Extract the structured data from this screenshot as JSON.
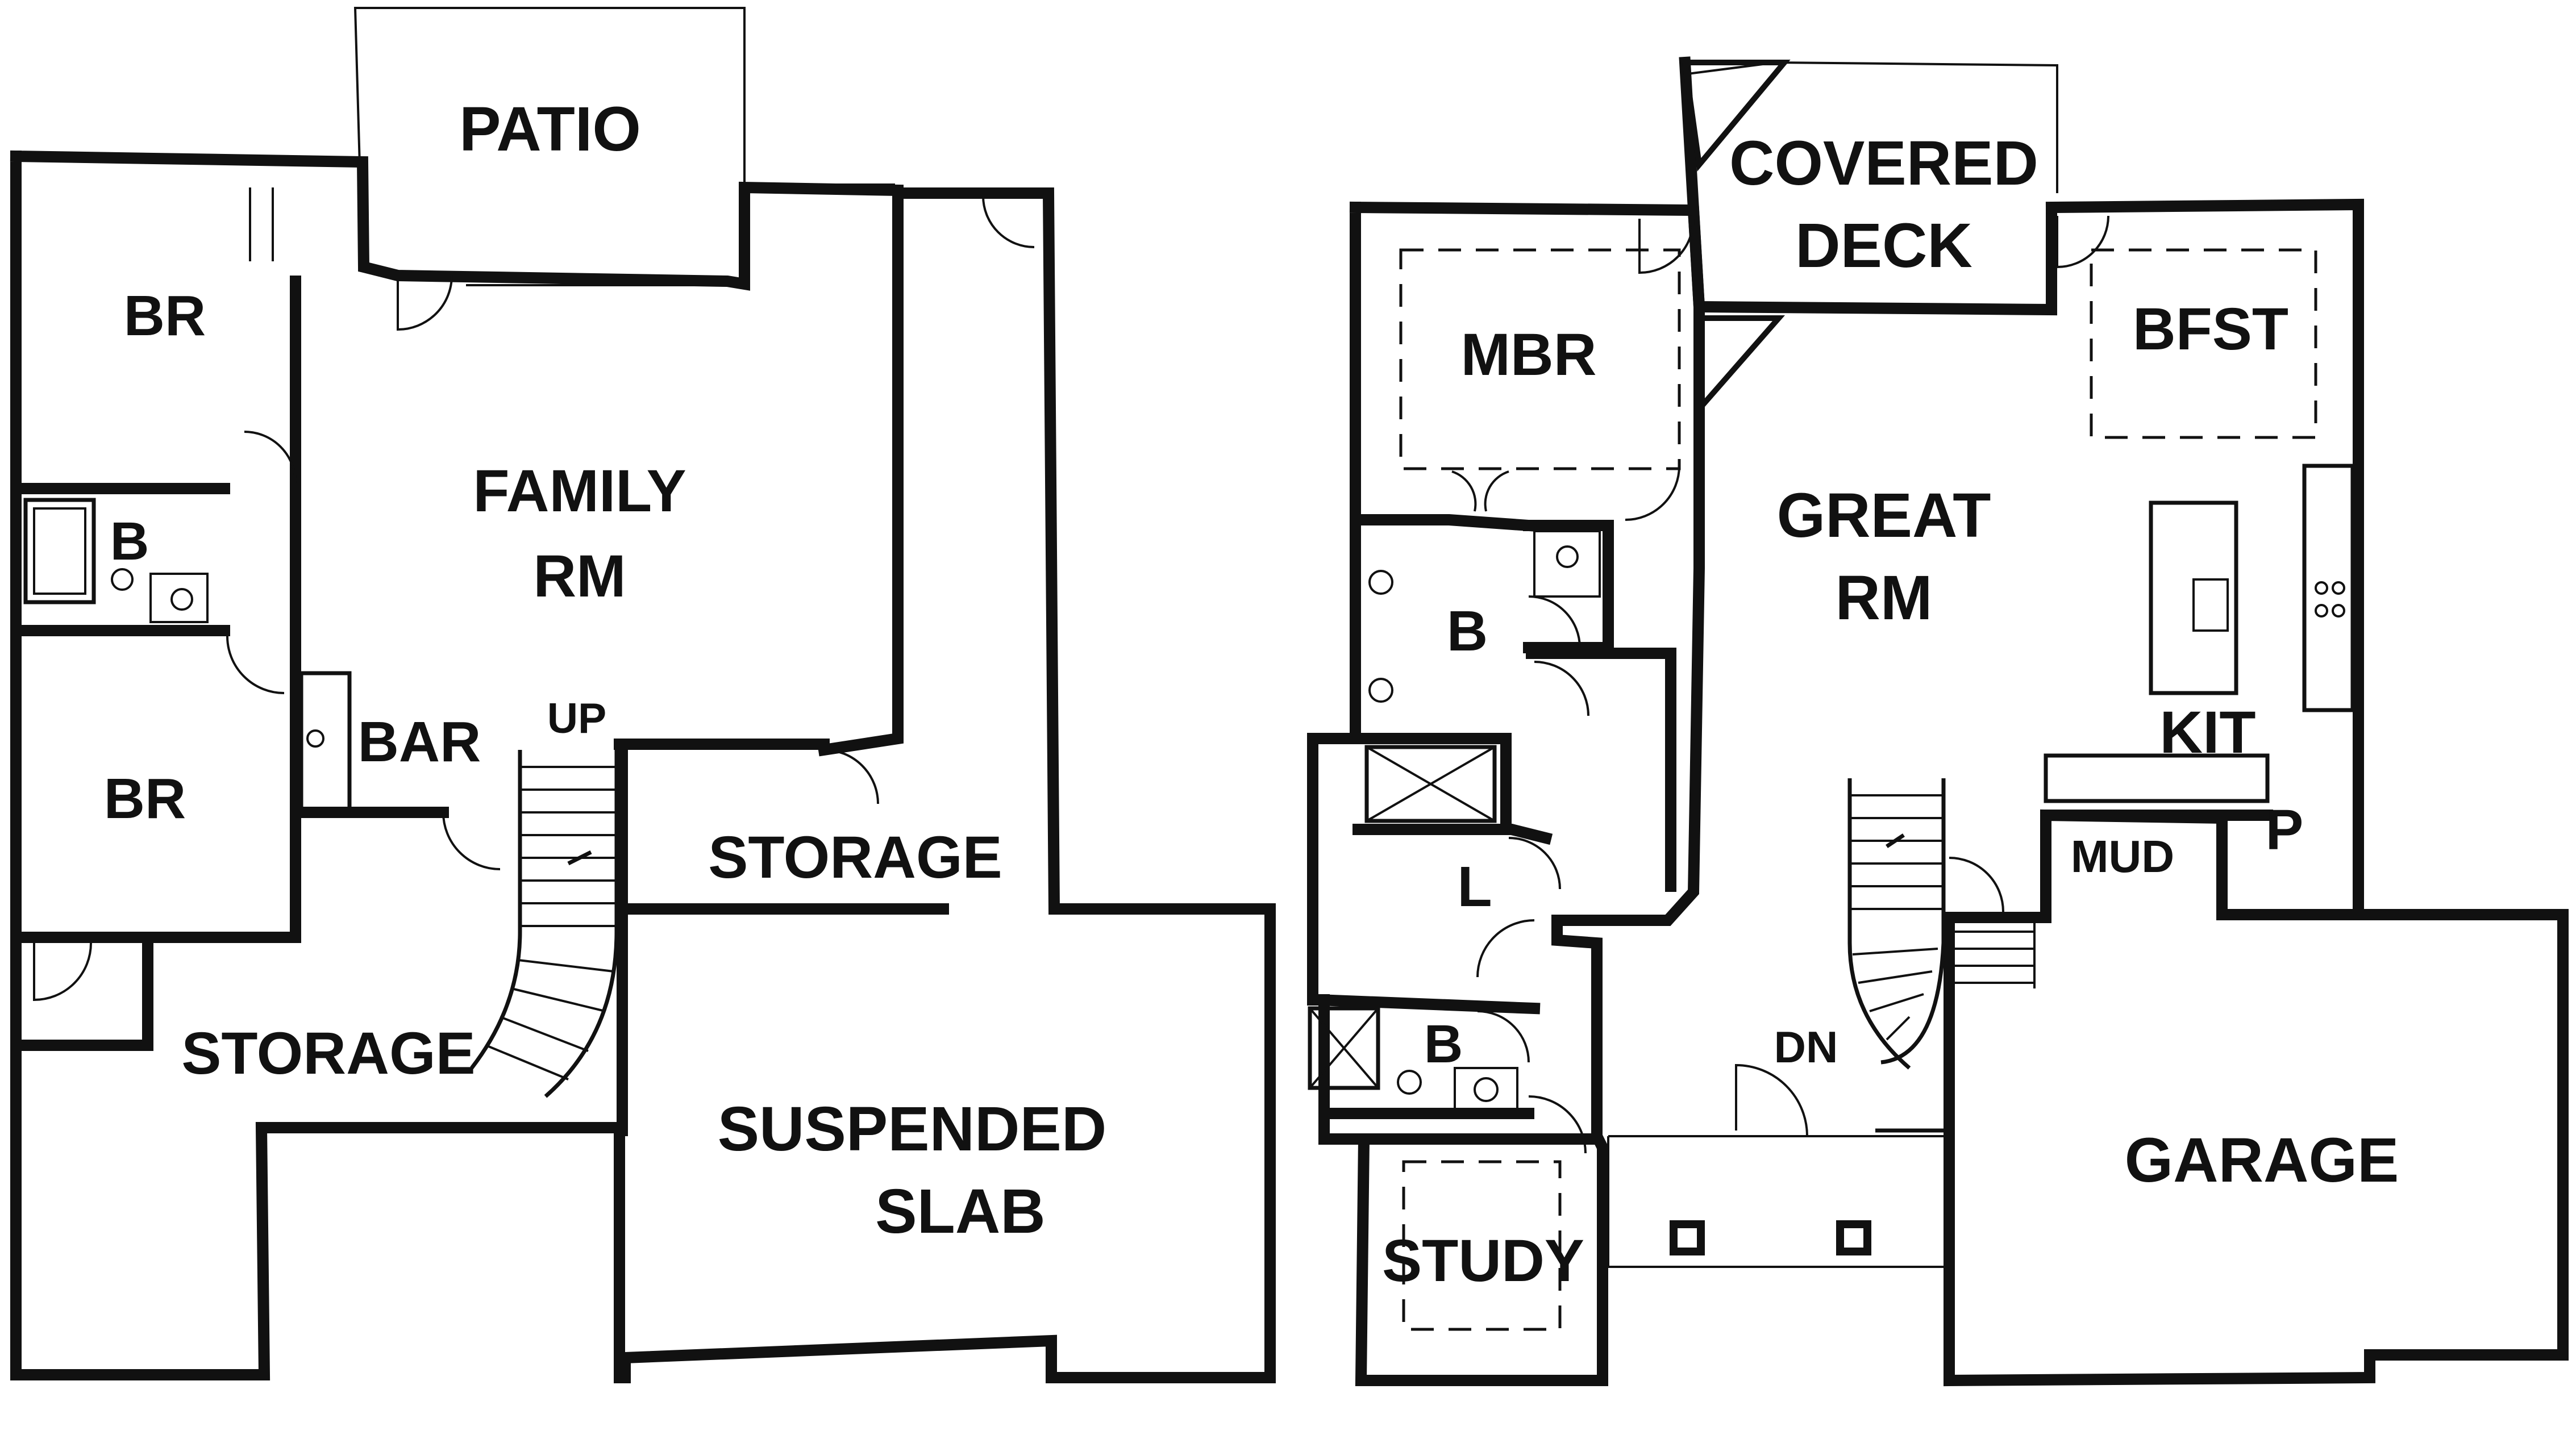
{
  "colors": {
    "ink": "#111111",
    "paper": "#ffffff"
  },
  "lower_level": {
    "labels": {
      "patio": "PATIO",
      "br_top": "BR",
      "family_rm_line1": "FAMILY",
      "family_rm_line2": "RM",
      "bath": "B",
      "br_bottom": "BR",
      "bar": "BAR",
      "up": "UP",
      "storage_center": "STORAGE",
      "storage_left": "STORAGE",
      "suspended_slab_line1": "SUSPENDED",
      "suspended_slab_line2": "SLAB"
    }
  },
  "main_level": {
    "labels": {
      "covered_deck_line1": "COVERED",
      "covered_deck_line2": "DECK",
      "mbr": "MBR",
      "bfst": "BFST",
      "great_rm_line1": "GREAT",
      "great_rm_line2": "RM",
      "master_bath": "B",
      "kit": "KIT",
      "mud": "MUD",
      "pantry": "P",
      "laundry": "L",
      "bath": "B",
      "dn": "DN",
      "study": "STUDY",
      "garage": "GARAGE"
    }
  }
}
